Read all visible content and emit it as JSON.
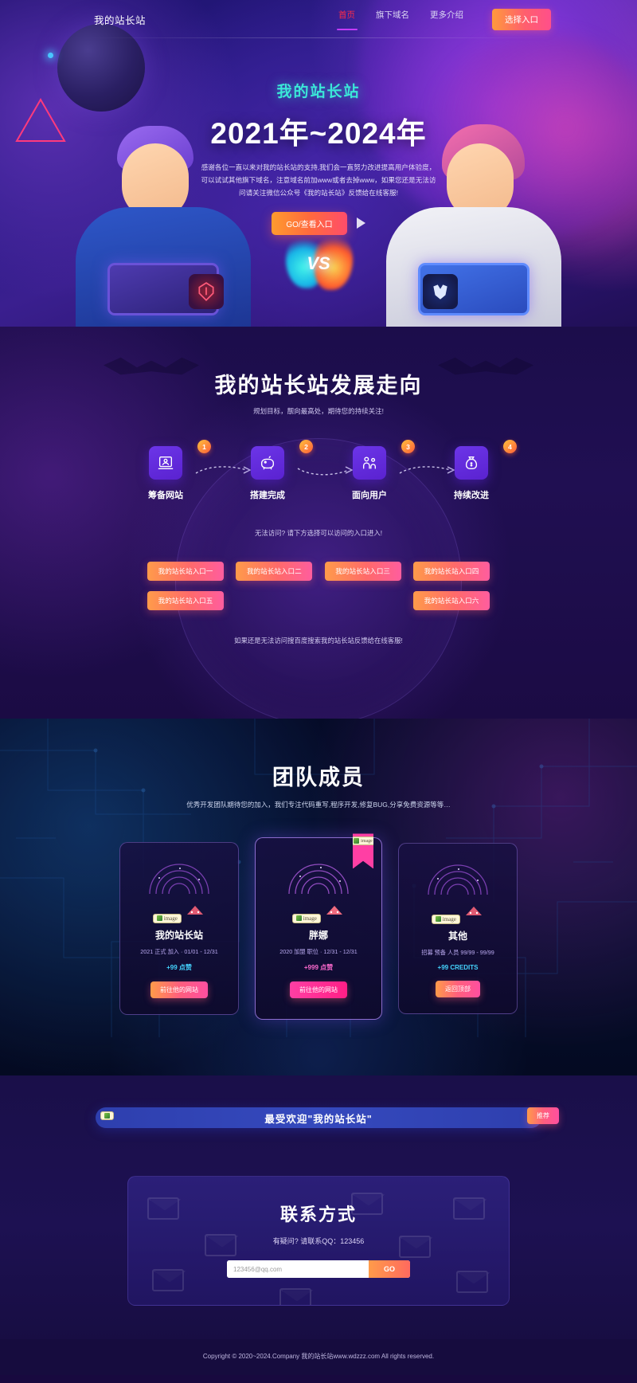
{
  "nav": {
    "logo": "我的站长站",
    "links": [
      {
        "label": "首页",
        "active": true
      },
      {
        "label": "旗下域名",
        "active": false
      },
      {
        "label": "更多介绍",
        "active": false
      }
    ],
    "cta": "选择入口"
  },
  "hero": {
    "kicker": "我的站长站",
    "title": "2021年~2024年",
    "desc": "感谢各位一直以来对我的站长站的支持,我们会一直努力改进提高用户体验度，可以试试其他旗下域名，注意域名前加www或者去掉www，如果您还是无法访问请关注微信公众号《我的站长站》反馈给在线客服!",
    "cta": "GO/查看入口",
    "vs": "VS"
  },
  "trend": {
    "title": "我的站长站发展走向",
    "subtitle": "规划目标，靓向最高处，期待您的持续关注!",
    "steps": [
      {
        "num": "1",
        "label": "筹备网站",
        "icon": "laptop-person-icon"
      },
      {
        "num": "2",
        "label": "搭建完成",
        "icon": "piggy-bank-icon"
      },
      {
        "num": "3",
        "label": "面向用户",
        "icon": "users-icon"
      },
      {
        "num": "4",
        "label": "持续改进",
        "icon": "money-bag-icon"
      }
    ],
    "note": "无法访问? 请下方选择可以访问的入口进入!",
    "entries": [
      "我的站长站入口一",
      "我的站长站入口二",
      "我的站长站入口三",
      "我的站长站入口四",
      "我的站长站入口五",
      "我的站长站入口六"
    ],
    "footer_note": "如果还是无法访问搜百度搜索我的站长站反馈给在线客服!"
  },
  "team": {
    "title": "团队成员",
    "subtitle": "优秀开发团队期待您的加入，我们专注代码重写,程序开发,修复BUG,分享免费资源等等…",
    "image_placeholder": "image",
    "ribbon_label": "image",
    "cards": [
      {
        "name": "我的站长站",
        "meta": "2021 正式 加入 · 01/01 - 12/31",
        "credits": "+99 点赞",
        "button": "前往他的网站",
        "featured": false,
        "ribbon": false
      },
      {
        "name": "胖娜",
        "meta": "2020 加盟 职位 · 12/31 - 12/31",
        "credits": "+999 点赞",
        "button": "前往他的网站",
        "featured": true,
        "ribbon": true
      },
      {
        "name": "其他",
        "meta": "招募 预备 人员 99/99 - 99/99",
        "credits": "+99 CREDITS",
        "button": "返回顶部",
        "featured": false,
        "ribbon": false
      }
    ]
  },
  "popular": {
    "title": "最受欢迎\"我的站长站\"",
    "button": "推荐"
  },
  "contact": {
    "title": "联系方式",
    "subtitle": "有疑问? 请联系QQ：123456",
    "placeholder": "123456@qq.com",
    "submit": "GO"
  },
  "copyright": "Copyright © 2020~2024.Company 我的站长站www.wdzzz.com All rights reserved."
}
